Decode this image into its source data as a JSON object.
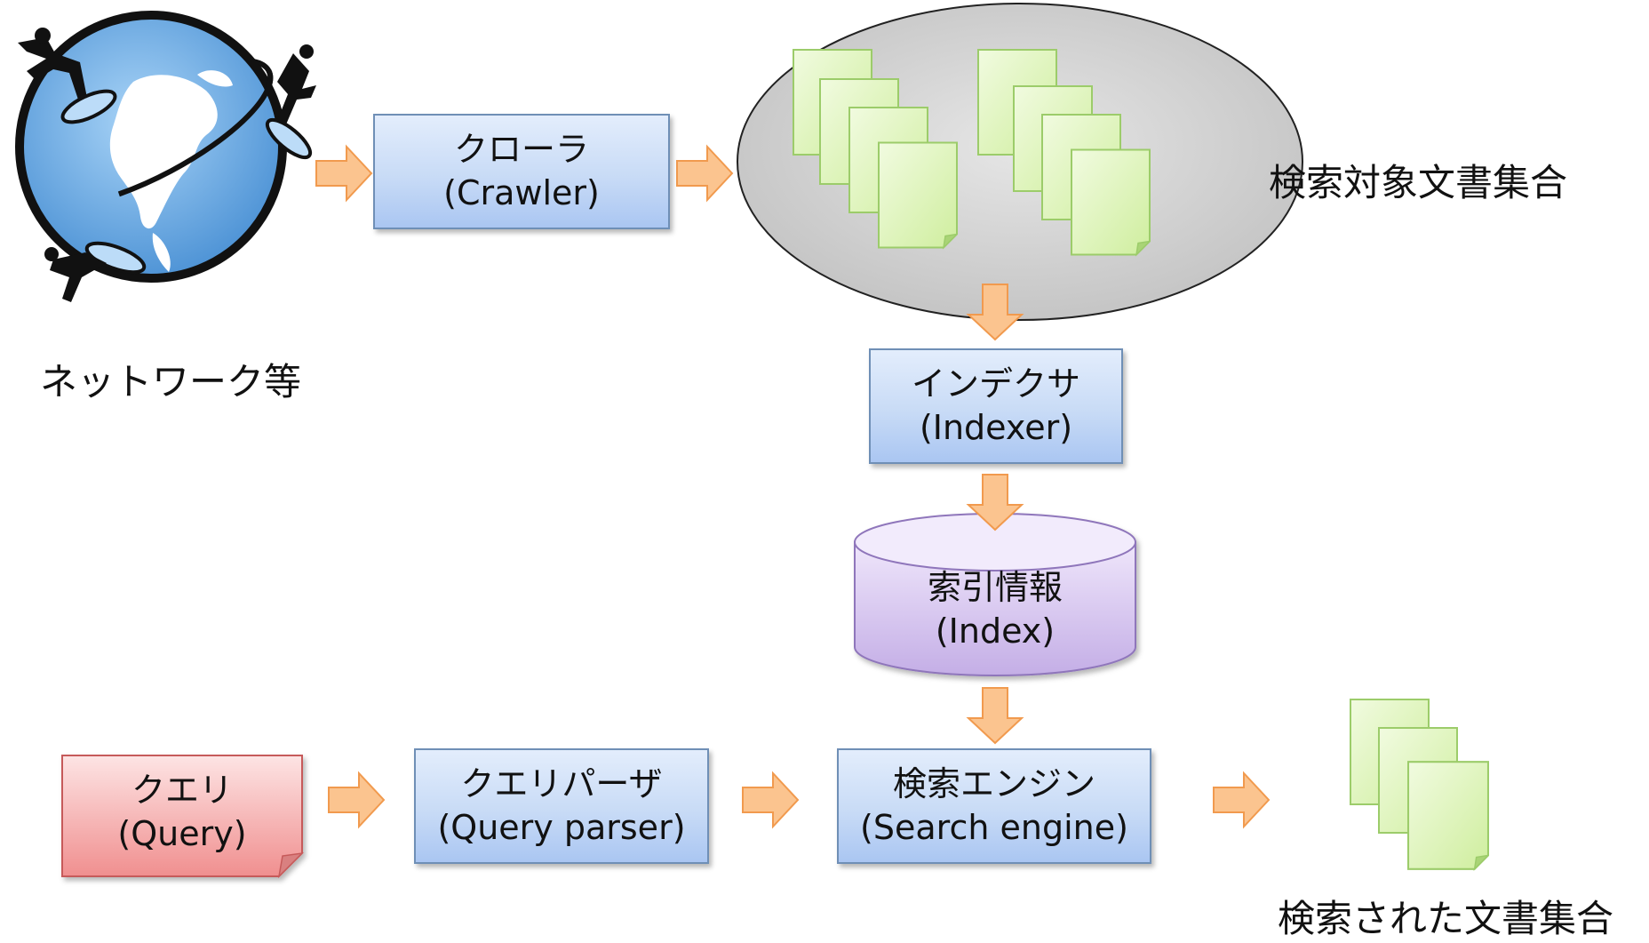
{
  "nodes": {
    "network": {
      "label": "ネットワーク等"
    },
    "crawler": {
      "ja": "クローラ",
      "en": "(Crawler)"
    },
    "target_docs": {
      "label": "検索対象文書集合"
    },
    "indexer": {
      "ja": "インデクサ",
      "en": "(Indexer)"
    },
    "index": {
      "ja": "索引情報",
      "en": "(Index)"
    },
    "query": {
      "ja": "クエリ",
      "en": "(Query)"
    },
    "query_parser": {
      "ja": "クエリパーザ",
      "en": "(Query parser)"
    },
    "search_engine": {
      "ja": "検索エンジン",
      "en": "(Search engine)"
    },
    "result_docs": {
      "label": "検索された文書集合"
    }
  },
  "colors": {
    "process_box": "#c8dbf6",
    "query_box": "#f4a0a0",
    "index_cylinder": "#d6c8ec",
    "arrow": "#fbc48f",
    "document": "#dff5c0",
    "cluster": "#d6d6d6",
    "globe": "#7bb8ec"
  }
}
